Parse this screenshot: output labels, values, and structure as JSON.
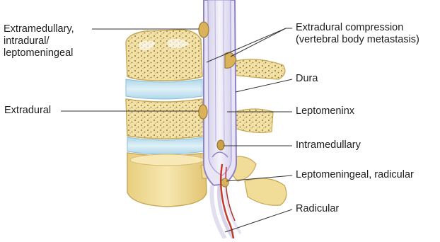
{
  "figure": {
    "colors": {
      "bone": "#f0dc9a",
      "bone_shadow": "#d9bf6e",
      "disc": "#c9e6f2",
      "dura": "#8f83c7",
      "cord": "#e7e3f2",
      "lesion": "#caa24a",
      "vessel": "#c63a2a",
      "leader": "#333333"
    },
    "labels_left": [
      {
        "text": "Extramedullary,\nintradural/\nleptomeningeal"
      },
      {
        "text": "Extradural"
      }
    ],
    "labels_right": [
      {
        "text": "Extradural compression\n(vertebral body metastasis)"
      },
      {
        "text": "Dura"
      },
      {
        "text": "Leptomeninx"
      },
      {
        "text": "Intramedullary"
      },
      {
        "text": "Leptomeningeal, radicular"
      },
      {
        "text": "Radicular"
      }
    ]
  }
}
